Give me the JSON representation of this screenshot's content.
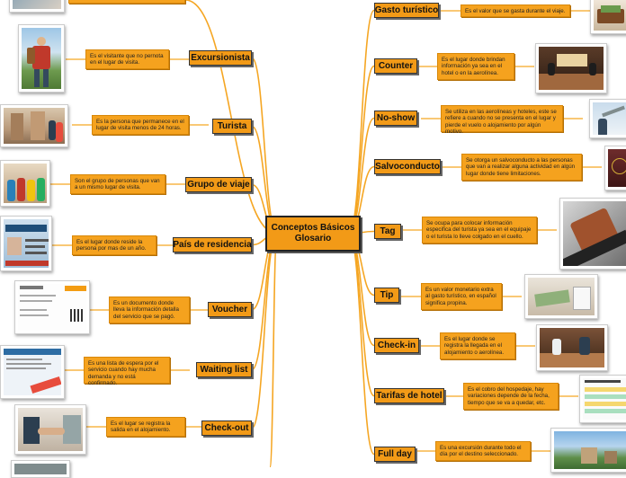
{
  "center": {
    "line1": "Conceptos Básicos",
    "line2": "Glosario"
  },
  "left_terms": [
    {
      "label": "Excursionista",
      "desc": "Es el visitante que no pernota en el lugar de visita."
    },
    {
      "label": "Turista",
      "desc": "Es la persona que permanece en el lugar de visita menos de 24 horas."
    },
    {
      "label": "Grupo de viaje",
      "desc": "Son el grupo de personas que van a un mismo lugar de visita."
    },
    {
      "label": "País de residencia",
      "desc": "Es el lugar donde reside la persona por mas de un año."
    },
    {
      "label": "Voucher",
      "desc": "Es un documento donde lleva la información detalla del servicio que se pagó."
    },
    {
      "label": "Waiting list",
      "desc": "Es una lista de espera por el servicio cuando hay mucha demanda y no está confirmado."
    },
    {
      "label": "Check-out",
      "desc": "Es el lugar se registra la salida en el alojamiento."
    }
  ],
  "right_terms": [
    {
      "label": "Gasto turístico",
      "desc": "Es el valor que se gasta durante el viaje."
    },
    {
      "label": "Counter",
      "desc": "Es el lugar donde brindan información ya sea en el hotel o en la aerolínea."
    },
    {
      "label": "No-show",
      "desc": "Se utiliza en las aerolíneas y hoteles, este se refiere a cuando no se presenta en el lugar y pierde el vuelo o alojamiento por algún motivo."
    },
    {
      "label": "Salvoconducto",
      "desc": "Se otorga un salvoconducto a las personas que van a realizar alguna actividad en algún lugar donde tiene limitaciones."
    },
    {
      "label": "Tag",
      "desc": "Se ocupa para colocar información especifica del turista ya sea en el equipaje o el turista lo lleve colgado en el cuello."
    },
    {
      "label": "Tip",
      "desc": "Es un valor monetario extra al gasto turístico, en español significa propina."
    },
    {
      "label": "Check-in",
      "desc": "Es el lugar donde se registra la llegada en el alojamiento o aerolínea."
    },
    {
      "label": "Tarifas de hotel",
      "desc": "Es el cobro del hospedaje, hay variaciones depende de la fecha, tiempo que se va a quedar, etc."
    },
    {
      "label": "Full day",
      "desc": "Es una excursión durante todo el día por el destino seleccionado."
    }
  ],
  "picture_icons": [
    "hiker-photo-icon",
    "tourists-city-photo-icon",
    "travel-group-photo-icon",
    "residence-card-icon",
    "voucher-document-icon",
    "waiting-list-screen-icon",
    "checkout-handshake-photo-icon",
    "wallet-money-photo-icon",
    "hotel-counter-photo-icon",
    "missed-flight-photo-icon",
    "passport-document-icon",
    "luggage-tag-photo-icon",
    "tip-money-photo-icon",
    "checkin-desk-photo-icon",
    "hotel-rates-table-icon",
    "full-day-tour-photo-icon"
  ],
  "colors": {
    "node": "#f29a17",
    "description": "#f5a21e",
    "connector": "#f5a623"
  }
}
